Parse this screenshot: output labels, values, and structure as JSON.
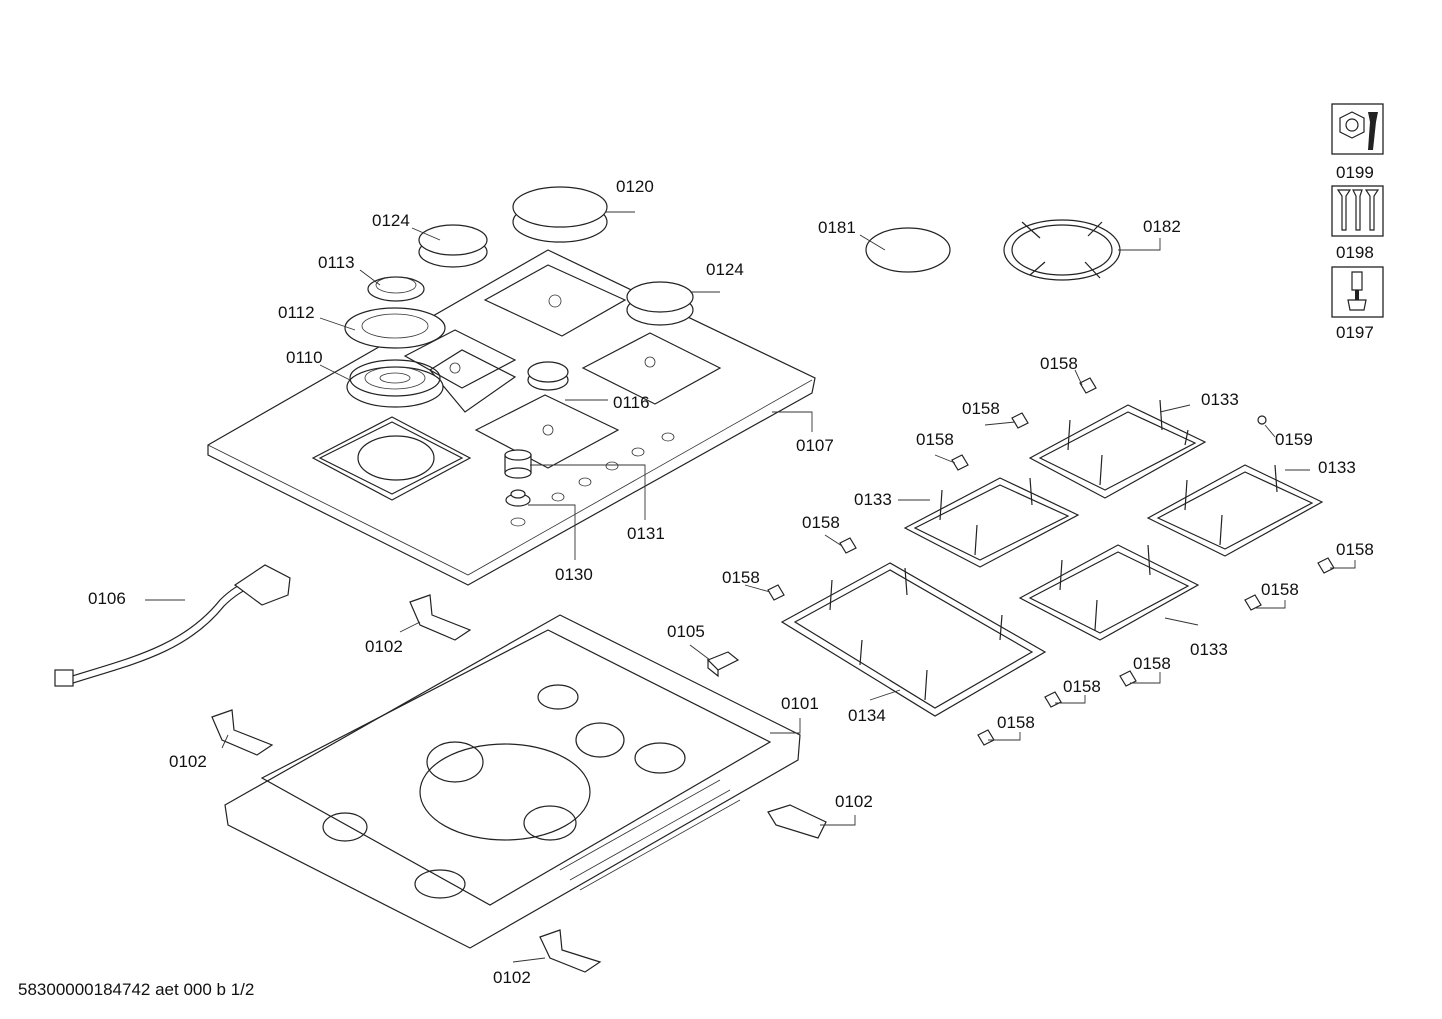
{
  "callouts": {
    "c0101": "0101",
    "c0102a": "0102",
    "c0102b": "0102",
    "c0102c": "0102",
    "c0102d": "0102",
    "c0105": "0105",
    "c0106": "0106",
    "c0107": "0107",
    "c0110": "0110",
    "c0112": "0112",
    "c0113": "0113",
    "c0116": "0116",
    "c0120": "0120",
    "c0124a": "0124",
    "c0124b": "0124",
    "c0130": "0130",
    "c0131": "0131",
    "c0133a": "0133",
    "c0133b": "0133",
    "c0133c": "0133",
    "c0133d": "0133",
    "c0134": "0134",
    "c0158a": "0158",
    "c0158b": "0158",
    "c0158c": "0158",
    "c0158d": "0158",
    "c0158e": "0158",
    "c0158f": "0158",
    "c0158g": "0158",
    "c0158h": "0158",
    "c0158i": "0158",
    "c0158j": "0158",
    "c0159": "0159",
    "c0181": "0181",
    "c0182": "0182",
    "c0197": "0197",
    "c0198": "0198",
    "c0199": "0199"
  },
  "footer": "58300000184742 aet 000 b 1/2",
  "icons": [
    "hex-nut-wrench-icon",
    "screws-icon",
    "screwdriver-icon"
  ]
}
